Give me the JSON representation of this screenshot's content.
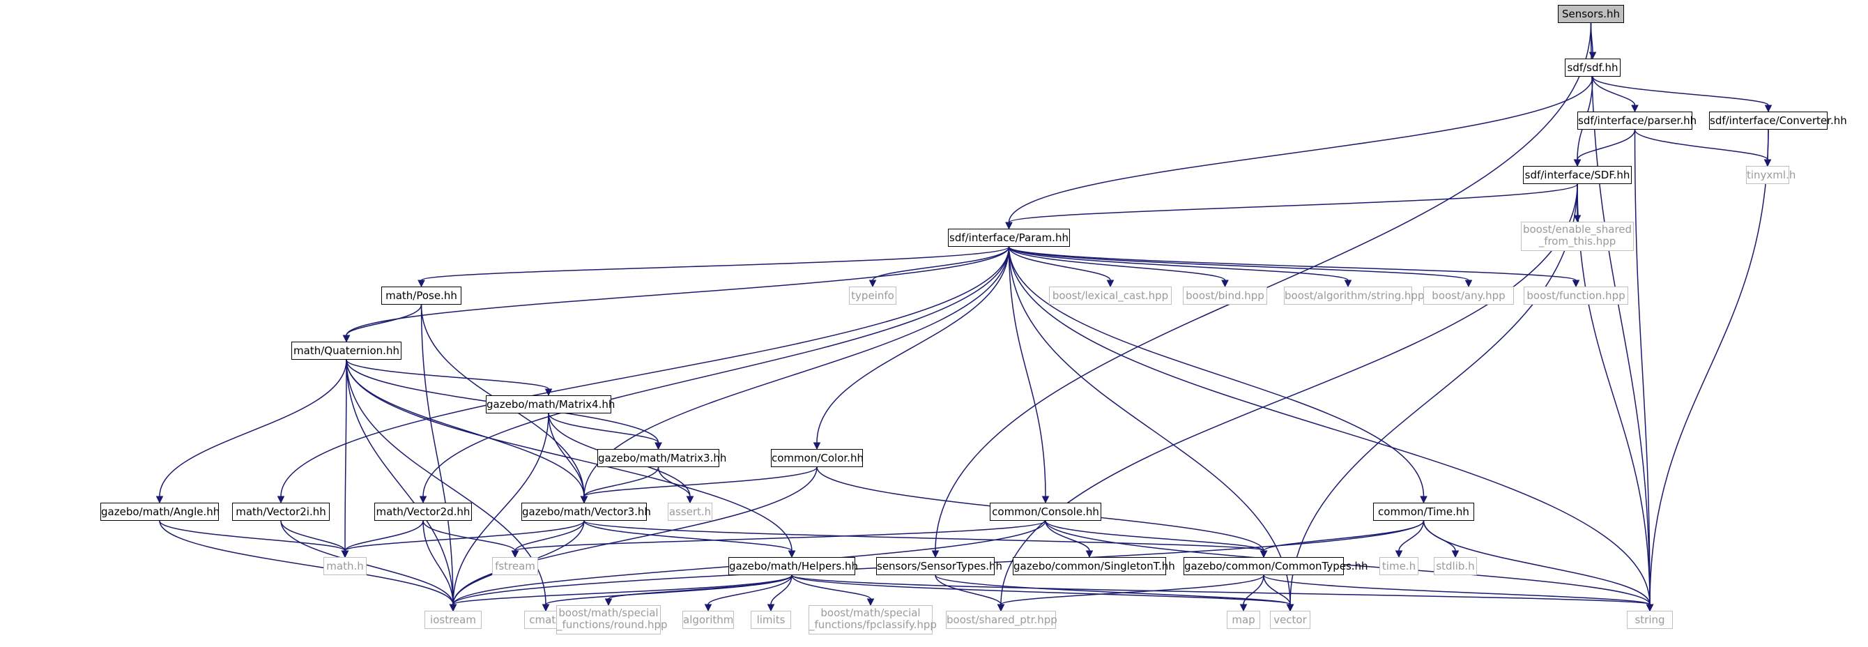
{
  "diagram": {
    "nodes": [
      {
        "id": "n1",
        "label": "Sensors.hh",
        "kind": "root"
      },
      {
        "id": "n2",
        "label": "sdf/sdf.hh",
        "kind": "local"
      },
      {
        "id": "n3",
        "label": "sdf/interface/parser.hh",
        "kind": "local"
      },
      {
        "id": "n4",
        "label": "sdf/interface/Converter.hh",
        "kind": "local"
      },
      {
        "id": "n5",
        "label": "sdf/interface/SDF.hh",
        "kind": "local"
      },
      {
        "id": "n6",
        "label": "tinyxml.h",
        "kind": "external"
      },
      {
        "id": "n7",
        "label": "sdf/interface/Param.hh",
        "kind": "local"
      },
      {
        "id": "n8",
        "label": "boost/enable_shared\n_from_this.hpp",
        "kind": "external"
      },
      {
        "id": "n9",
        "label": "math/Pose.hh",
        "kind": "local"
      },
      {
        "id": "n10",
        "label": "typeinfo",
        "kind": "external"
      },
      {
        "id": "n11",
        "label": "boost/lexical_cast.hpp",
        "kind": "external"
      },
      {
        "id": "n12",
        "label": "boost/bind.hpp",
        "kind": "external"
      },
      {
        "id": "n13",
        "label": "boost/algorithm/string.hpp",
        "kind": "external"
      },
      {
        "id": "n14",
        "label": "boost/any.hpp",
        "kind": "external"
      },
      {
        "id": "n15",
        "label": "boost/function.hpp",
        "kind": "external"
      },
      {
        "id": "n16",
        "label": "math/Quaternion.hh",
        "kind": "local"
      },
      {
        "id": "n17",
        "label": "gazebo/math/Matrix4.hh",
        "kind": "local"
      },
      {
        "id": "n18",
        "label": "gazebo/math/Matrix3.hh",
        "kind": "local"
      },
      {
        "id": "n19",
        "label": "common/Color.hh",
        "kind": "local"
      },
      {
        "id": "n20",
        "label": "gazebo/math/Angle.hh",
        "kind": "local"
      },
      {
        "id": "n21",
        "label": "math/Vector2i.hh",
        "kind": "local"
      },
      {
        "id": "n22",
        "label": "math/Vector2d.hh",
        "kind": "local"
      },
      {
        "id": "n23",
        "label": "gazebo/math/Vector3.hh",
        "kind": "local"
      },
      {
        "id": "n24",
        "label": "assert.h",
        "kind": "external"
      },
      {
        "id": "n25",
        "label": "common/Console.hh",
        "kind": "local"
      },
      {
        "id": "n26",
        "label": "common/Time.hh",
        "kind": "local"
      },
      {
        "id": "n27",
        "label": "math.h",
        "kind": "external"
      },
      {
        "id": "n28",
        "label": "fstream",
        "kind": "external"
      },
      {
        "id": "n29",
        "label": "gazebo/math/Helpers.hh",
        "kind": "local"
      },
      {
        "id": "n30",
        "label": "sensors/SensorTypes.hh",
        "kind": "local"
      },
      {
        "id": "n31",
        "label": "gazebo/common/SingletonT.hh",
        "kind": "local"
      },
      {
        "id": "n32",
        "label": "gazebo/common/CommonTypes.hh",
        "kind": "local"
      },
      {
        "id": "n33",
        "label": "time.h",
        "kind": "external"
      },
      {
        "id": "n34",
        "label": "stdlib.h",
        "kind": "external"
      },
      {
        "id": "n35",
        "label": "iostream",
        "kind": "external"
      },
      {
        "id": "n36",
        "label": "cmath",
        "kind": "external"
      },
      {
        "id": "n37",
        "label": "boost/math/special\n_functions/round.hpp",
        "kind": "external"
      },
      {
        "id": "n38",
        "label": "algorithm",
        "kind": "external"
      },
      {
        "id": "n39",
        "label": "limits",
        "kind": "external"
      },
      {
        "id": "n40",
        "label": "boost/math/special\n_functions/fpclassify.hpp",
        "kind": "external"
      },
      {
        "id": "n41",
        "label": "boost/shared_ptr.hpp",
        "kind": "external"
      },
      {
        "id": "n42",
        "label": "map",
        "kind": "external"
      },
      {
        "id": "n43",
        "label": "vector",
        "kind": "external"
      },
      {
        "id": "n44",
        "label": "string",
        "kind": "external"
      }
    ],
    "edges": [
      [
        "n1",
        "n2"
      ],
      [
        "n1",
        "n30"
      ],
      [
        "n1",
        "n44"
      ],
      [
        "n2",
        "n3"
      ],
      [
        "n2",
        "n4"
      ],
      [
        "n2",
        "n5"
      ],
      [
        "n2",
        "n7"
      ],
      [
        "n3",
        "n5"
      ],
      [
        "n3",
        "n6"
      ],
      [
        "n3",
        "n44"
      ],
      [
        "n4",
        "n6"
      ],
      [
        "n4",
        "n44"
      ],
      [
        "n5",
        "n7"
      ],
      [
        "n5",
        "n8"
      ],
      [
        "n5",
        "n41"
      ],
      [
        "n5",
        "n43"
      ],
      [
        "n5",
        "n44"
      ],
      [
        "n7",
        "n9"
      ],
      [
        "n7",
        "n10"
      ],
      [
        "n7",
        "n11"
      ],
      [
        "n7",
        "n12"
      ],
      [
        "n7",
        "n13"
      ],
      [
        "n7",
        "n14"
      ],
      [
        "n7",
        "n15"
      ],
      [
        "n7",
        "n16"
      ],
      [
        "n7",
        "n19"
      ],
      [
        "n7",
        "n21"
      ],
      [
        "n7",
        "n22"
      ],
      [
        "n7",
        "n23"
      ],
      [
        "n7",
        "n25"
      ],
      [
        "n7",
        "n26"
      ],
      [
        "n7",
        "n43"
      ],
      [
        "n7",
        "n44"
      ],
      [
        "n9",
        "n16"
      ],
      [
        "n9",
        "n23"
      ],
      [
        "n9",
        "n35"
      ],
      [
        "n16",
        "n17"
      ],
      [
        "n16",
        "n18"
      ],
      [
        "n16",
        "n20"
      ],
      [
        "n16",
        "n23"
      ],
      [
        "n16",
        "n27"
      ],
      [
        "n16",
        "n29"
      ],
      [
        "n16",
        "n35"
      ],
      [
        "n16",
        "n36"
      ],
      [
        "n17",
        "n18"
      ],
      [
        "n17",
        "n23"
      ],
      [
        "n17",
        "n24"
      ],
      [
        "n17",
        "n35"
      ],
      [
        "n18",
        "n23"
      ],
      [
        "n18",
        "n24"
      ],
      [
        "n19",
        "n23"
      ],
      [
        "n19",
        "n32"
      ],
      [
        "n19",
        "n35"
      ],
      [
        "n20",
        "n27"
      ],
      [
        "n20",
        "n35"
      ],
      [
        "n21",
        "n27"
      ],
      [
        "n21",
        "n35"
      ],
      [
        "n22",
        "n27"
      ],
      [
        "n22",
        "n28"
      ],
      [
        "n22",
        "n35"
      ],
      [
        "n23",
        "n27"
      ],
      [
        "n23",
        "n28"
      ],
      [
        "n23",
        "n29"
      ],
      [
        "n23",
        "n32"
      ],
      [
        "n23",
        "n35"
      ],
      [
        "n25",
        "n28"
      ],
      [
        "n25",
        "n31"
      ],
      [
        "n25",
        "n32"
      ],
      [
        "n25",
        "n35"
      ],
      [
        "n25",
        "n44"
      ],
      [
        "n26",
        "n32"
      ],
      [
        "n26",
        "n33"
      ],
      [
        "n26",
        "n34"
      ],
      [
        "n26",
        "n35"
      ],
      [
        "n26",
        "n44"
      ],
      [
        "n29",
        "n35"
      ],
      [
        "n29",
        "n36"
      ],
      [
        "n29",
        "n37"
      ],
      [
        "n29",
        "n38"
      ],
      [
        "n29",
        "n39"
      ],
      [
        "n29",
        "n40"
      ],
      [
        "n29",
        "n43"
      ],
      [
        "n29",
        "n44"
      ],
      [
        "n30",
        "n41"
      ],
      [
        "n30",
        "n43"
      ],
      [
        "n32",
        "n41"
      ],
      [
        "n32",
        "n42"
      ],
      [
        "n32",
        "n43"
      ],
      [
        "n32",
        "n44"
      ]
    ]
  }
}
